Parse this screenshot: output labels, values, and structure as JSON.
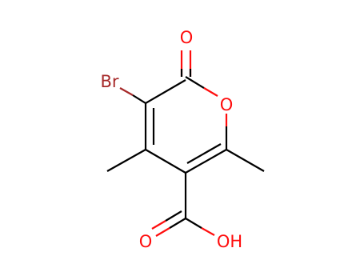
{
  "atom_labels": {
    "bromine": "Br",
    "carbonyl_oxygen": "O",
    "ring_oxygen": "O",
    "acid_carbonyl_oxygen": "O",
    "hydroxyl": "OH"
  },
  "colors": {
    "carbon_bond": "#000000",
    "oxygen": "#ff0d0d",
    "bromine": "#a62929"
  }
}
